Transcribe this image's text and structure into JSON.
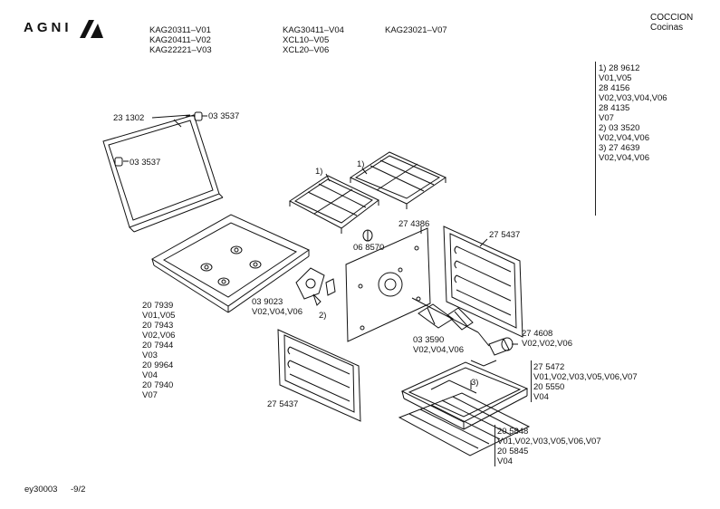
{
  "header": {
    "logo": "AGNI",
    "models": [
      [
        "KAG20311–V01",
        "KAG20411–V02",
        "KAG22221–V03"
      ],
      [
        "KAG30411–V04",
        "XCL10–V05",
        "XCL20–V06"
      ],
      [
        "KAG23021–V07"
      ]
    ],
    "category": "COCCION",
    "category_sub": "Cocinas"
  },
  "notes": [
    "1)  28 9612",
    "      V01,V05",
    "      28 4156",
    "      V02,V03,V04,V06",
    "      28 4135",
    "      V07",
    "2)  03 3520",
    "      V02,V04,V06",
    "3)  27 4639",
    "      V02,V04,V06"
  ],
  "labels": {
    "lid_part": "23 1302",
    "hinge_top": "03 3537",
    "hinge_left": "03 3537",
    "grate1": "1)",
    "grate2": "1)",
    "knob_part": "06 8570",
    "backplate": "27 4386",
    "side_rack_right": "27 5437",
    "side_rack_left": "27 5437",
    "fan_part": "03 9023",
    "fan_variants": "V02,V04,V06",
    "fan_note": "2)",
    "spit_part": "03 3590",
    "spit_variants": "V02,V04,V06",
    "lamp_part": "27 4608",
    "lamp_variants": "V02,V02,V06",
    "tray_note": "3)"
  },
  "hob_list": [
    "20 7939",
    "V01,V05",
    "20 7943",
    "V02,V06",
    "20 7944",
    "V03",
    "20 9964",
    "V04",
    "20 7940",
    "V07"
  ],
  "tray_list": [
    "27 5472",
    "V01,V02,V03,V05,V06,V07",
    "20 5550",
    "V04"
  ],
  "rack_list": [
    "20 5848",
    "V01,V02,V03,V05,V06,V07",
    "20 5845",
    "V04"
  ],
  "footer": {
    "code": "ey30003",
    "page": "-9/2"
  }
}
